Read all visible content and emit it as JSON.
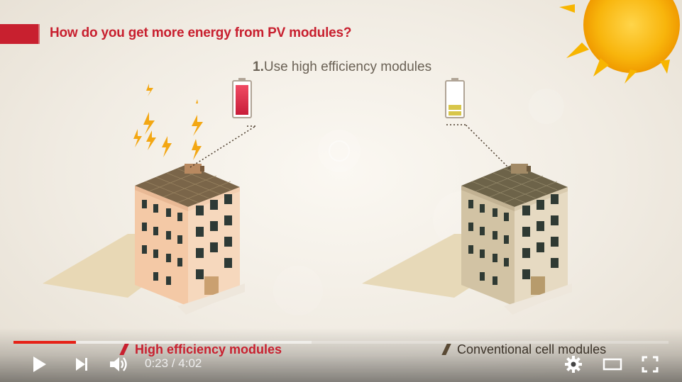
{
  "video": {
    "title": "How do you get more energy from PV modules?",
    "point_number": "1.",
    "point_text": "Use high efficiency modules",
    "caption_left": "High efficiency modules",
    "caption_right": "Conventional cell modules"
  },
  "player": {
    "current_time": "0:23",
    "separator": "/",
    "duration": "4:02",
    "played_fraction": 0.095,
    "buffered_fraction": 0.455,
    "accent_color": "#e62117",
    "icons": [
      "play-icon",
      "next-icon",
      "volume-icon",
      "settings-icon",
      "theater-mode-icon",
      "fullscreen-icon"
    ]
  },
  "colors": {
    "brand_red": "#c8202f",
    "sun": "#f7b500"
  }
}
